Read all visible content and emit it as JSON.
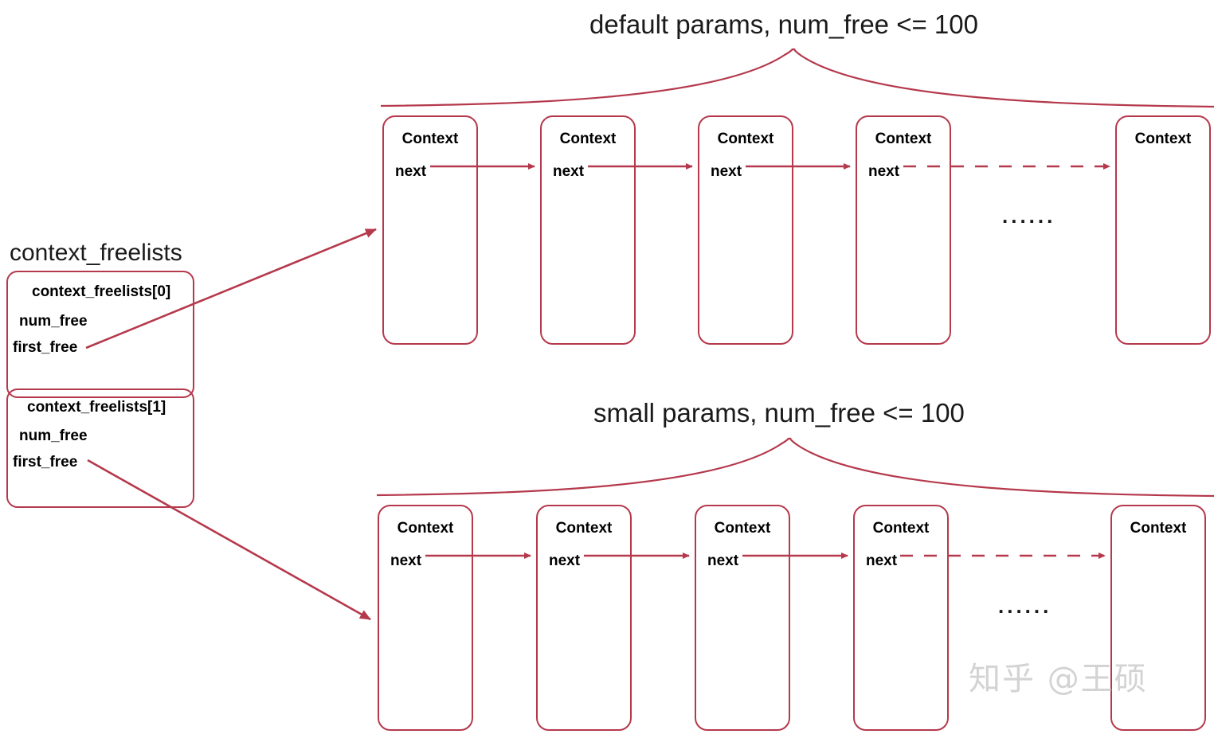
{
  "diagram": {
    "accent_color": "#b5394c",
    "text_color": "#000000",
    "background": "#ffffff",
    "sections": [
      {
        "id": "default",
        "title": "default params, num_free <= 100",
        "brace": "curly-brace-up"
      },
      {
        "id": "small",
        "title": "small params, num_free <= 100",
        "brace": "curly-brace-up"
      }
    ]
  },
  "freelists": {
    "label": "context_freelists",
    "entries": [
      {
        "title": "context_freelists[0]",
        "fields": [
          "num_free",
          "first_free"
        ]
      },
      {
        "title": "context_freelists[1]",
        "fields": [
          "num_free",
          "first_free"
        ]
      }
    ]
  },
  "chains": {
    "top": {
      "nodes": [
        {
          "title": "Context",
          "next_label": "next"
        },
        {
          "title": "Context",
          "next_label": "next"
        },
        {
          "title": "Context",
          "next_label": "next"
        },
        {
          "title": "Context",
          "next_label": "next"
        },
        {
          "title": "Context",
          "next_label": ""
        }
      ],
      "ellipsis": "......"
    },
    "bottom": {
      "nodes": [
        {
          "title": "Context",
          "next_label": "next"
        },
        {
          "title": "Context",
          "next_label": "next"
        },
        {
          "title": "Context",
          "next_label": "next"
        },
        {
          "title": "Context",
          "next_label": "next"
        },
        {
          "title": "Context",
          "next_label": ""
        }
      ],
      "ellipsis": "......"
    }
  },
  "watermark": {
    "text": "知乎 @王硕"
  }
}
